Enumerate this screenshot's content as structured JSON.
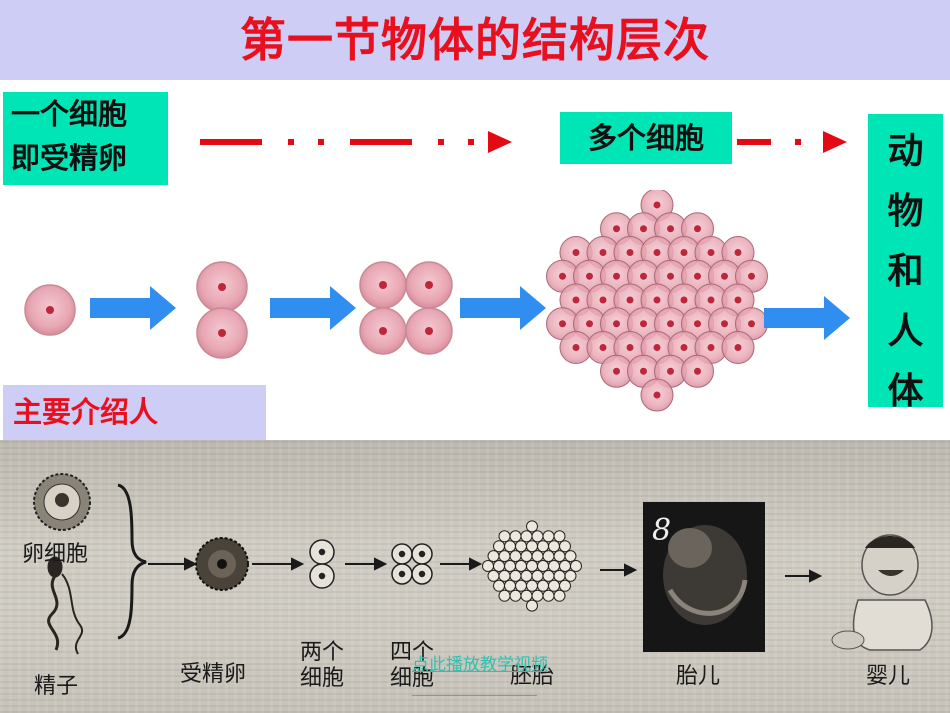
{
  "title": "第一节物体的结构层次",
  "labels": {
    "single_cell_line1": "一个细胞",
    "single_cell_line2": "即受精卵",
    "multi_cell": "多个细胞",
    "animal_body": "动物和人体",
    "subtitle": "主要介绍人"
  },
  "photo_labels": {
    "egg_cell": "卵细胞",
    "sperm": "精子",
    "zygote": "受精卵",
    "two_cells_line1": "两个",
    "two_cells_line2": "细胞",
    "four_cells_line1": "四个",
    "four_cells_line2": "细胞",
    "embryo": "胚胎",
    "fetus": "胎儿",
    "infant": "婴儿",
    "fetus_month": "8"
  },
  "video_link": "点此播放教学视频",
  "colors": {
    "title_red": "#e8101e",
    "title_bg": "#cdcdf5",
    "teal": "#00e5b5",
    "arrow_blue": "#2f8ef0",
    "cell_fill": "#e8a8b4",
    "cell_nucleus": "#c0263a",
    "link": "#30c0b0"
  }
}
